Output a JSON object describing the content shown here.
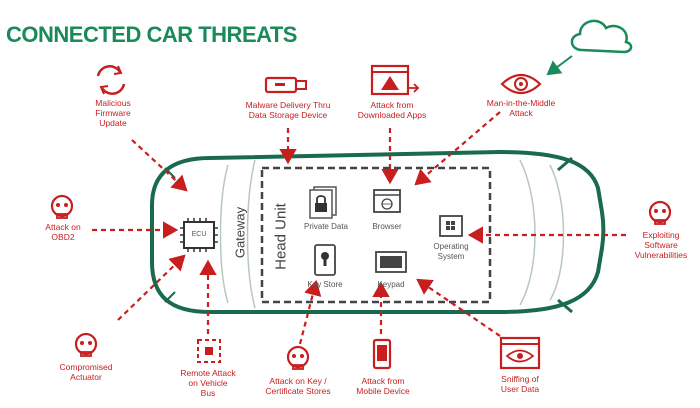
{
  "title": "CONNECTED CAR THREATS",
  "threats": {
    "malicious_firmware": "Malicious Firmware Update",
    "malware_delivery": "Malware Delivery Thru Data Storage Device",
    "attack_apps": "Attack from Downloaded Apps",
    "mitm": "Man-in-the-Middle Attack",
    "attack_obd2": "Attack on OBD2",
    "exploiting_vulns": "Exploiting Software Vulnerabilities",
    "compromised_actuator": "Compromised Actuator",
    "remote_attack": "Remote Attack on Vehicle Bus",
    "attack_key": "Attack on Key / Certificate Stores",
    "attack_mobile": "Attack from Mobile Device",
    "sniffing": "Sniffing of User Data"
  },
  "components": {
    "ecu": "ECU",
    "gateway": "Gateway",
    "head_unit": "Head Unit",
    "private_data": "Private Data",
    "browser": "Browser",
    "operating_system": "Operating System",
    "key_store": "Key Store",
    "keypad": "Keypad"
  },
  "colors": {
    "title": "#1a8a5a",
    "threat": "#c81e1e",
    "car_outline": "#1a6a50",
    "head_unit_border": "#444444"
  },
  "icons": [
    "refresh-icon",
    "usb-icon",
    "warning-window-icon",
    "eye-icon",
    "cloud-icon",
    "skull-icon",
    "chip-icon",
    "bus-icon",
    "mobile-phone-icon",
    "lock-icon",
    "folder-icon",
    "window-icon",
    "keypad-icon"
  ]
}
